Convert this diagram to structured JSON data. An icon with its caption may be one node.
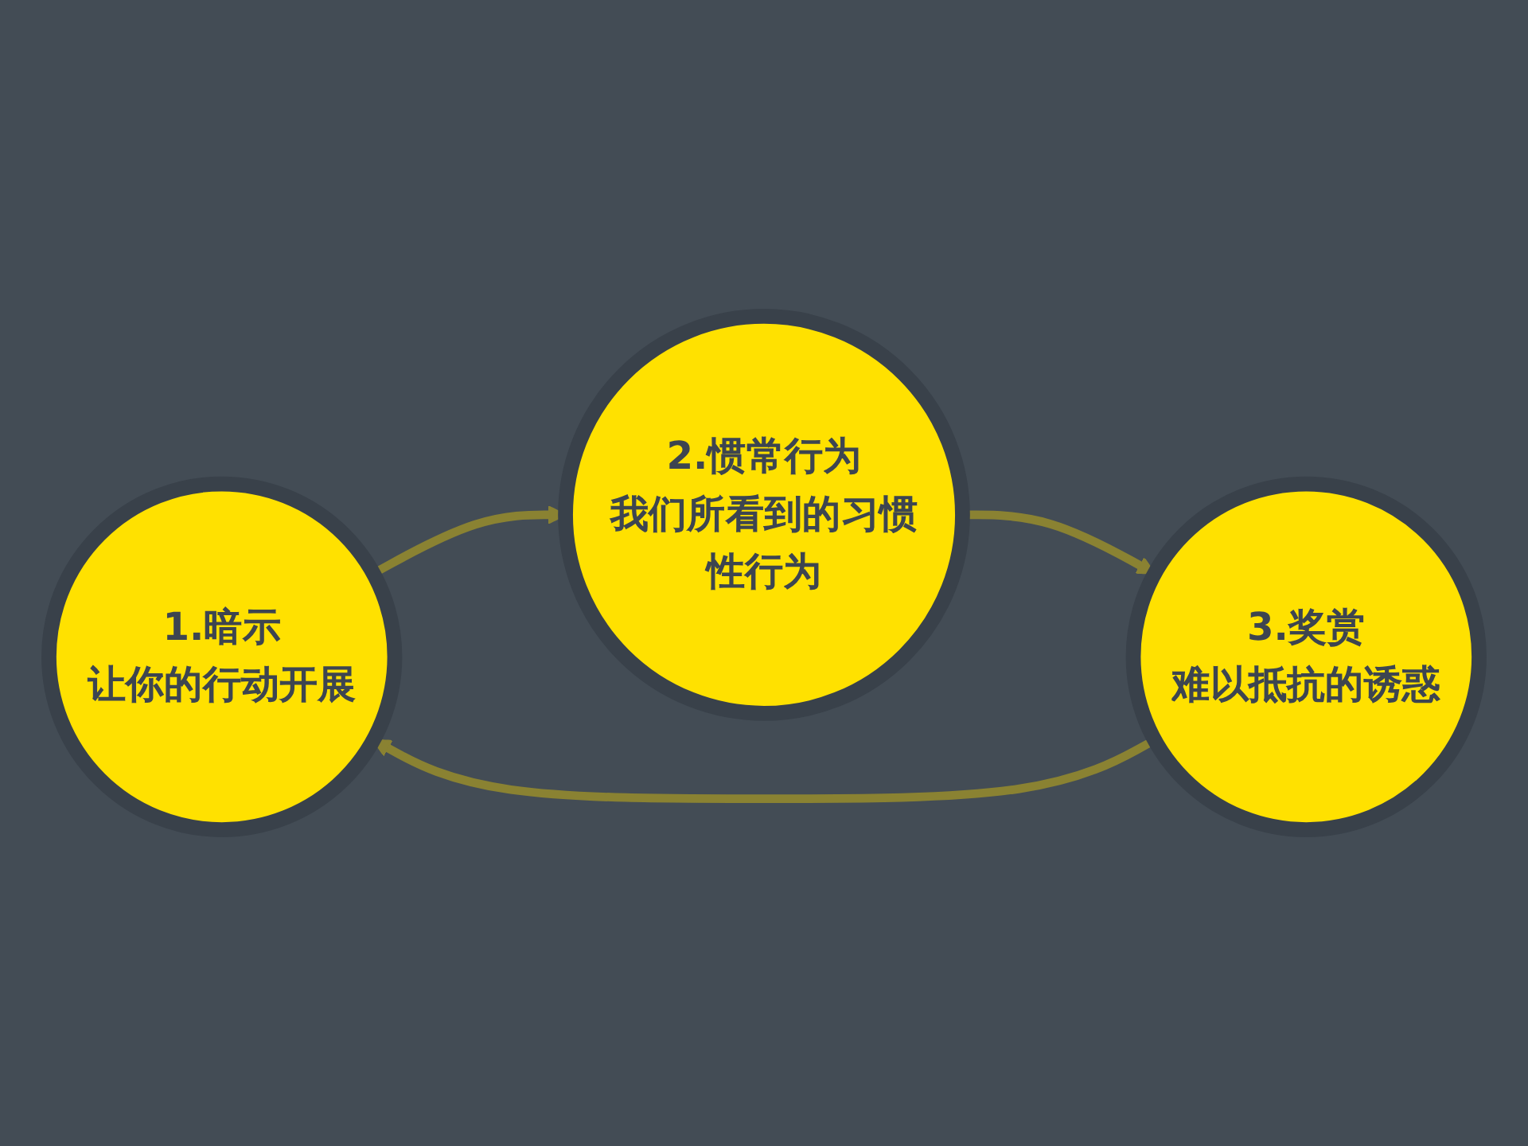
{
  "diagram": {
    "nodes": [
      {
        "text": [
          "1.暗示",
          "让你的行动开展"
        ]
      },
      {
        "text": [
          "2.惯常行为",
          "我们所看到的习惯性行为"
        ]
      },
      {
        "text": [
          "3.奖赏",
          "难以抵抗的诱惑"
        ]
      }
    ],
    "edges": [
      {
        "from": 0,
        "to": 1,
        "arrow": "to"
      },
      {
        "from": 1,
        "to": 2,
        "arrow": "to"
      },
      {
        "from": 2,
        "to": 0,
        "arrow": "to"
      }
    ]
  }
}
